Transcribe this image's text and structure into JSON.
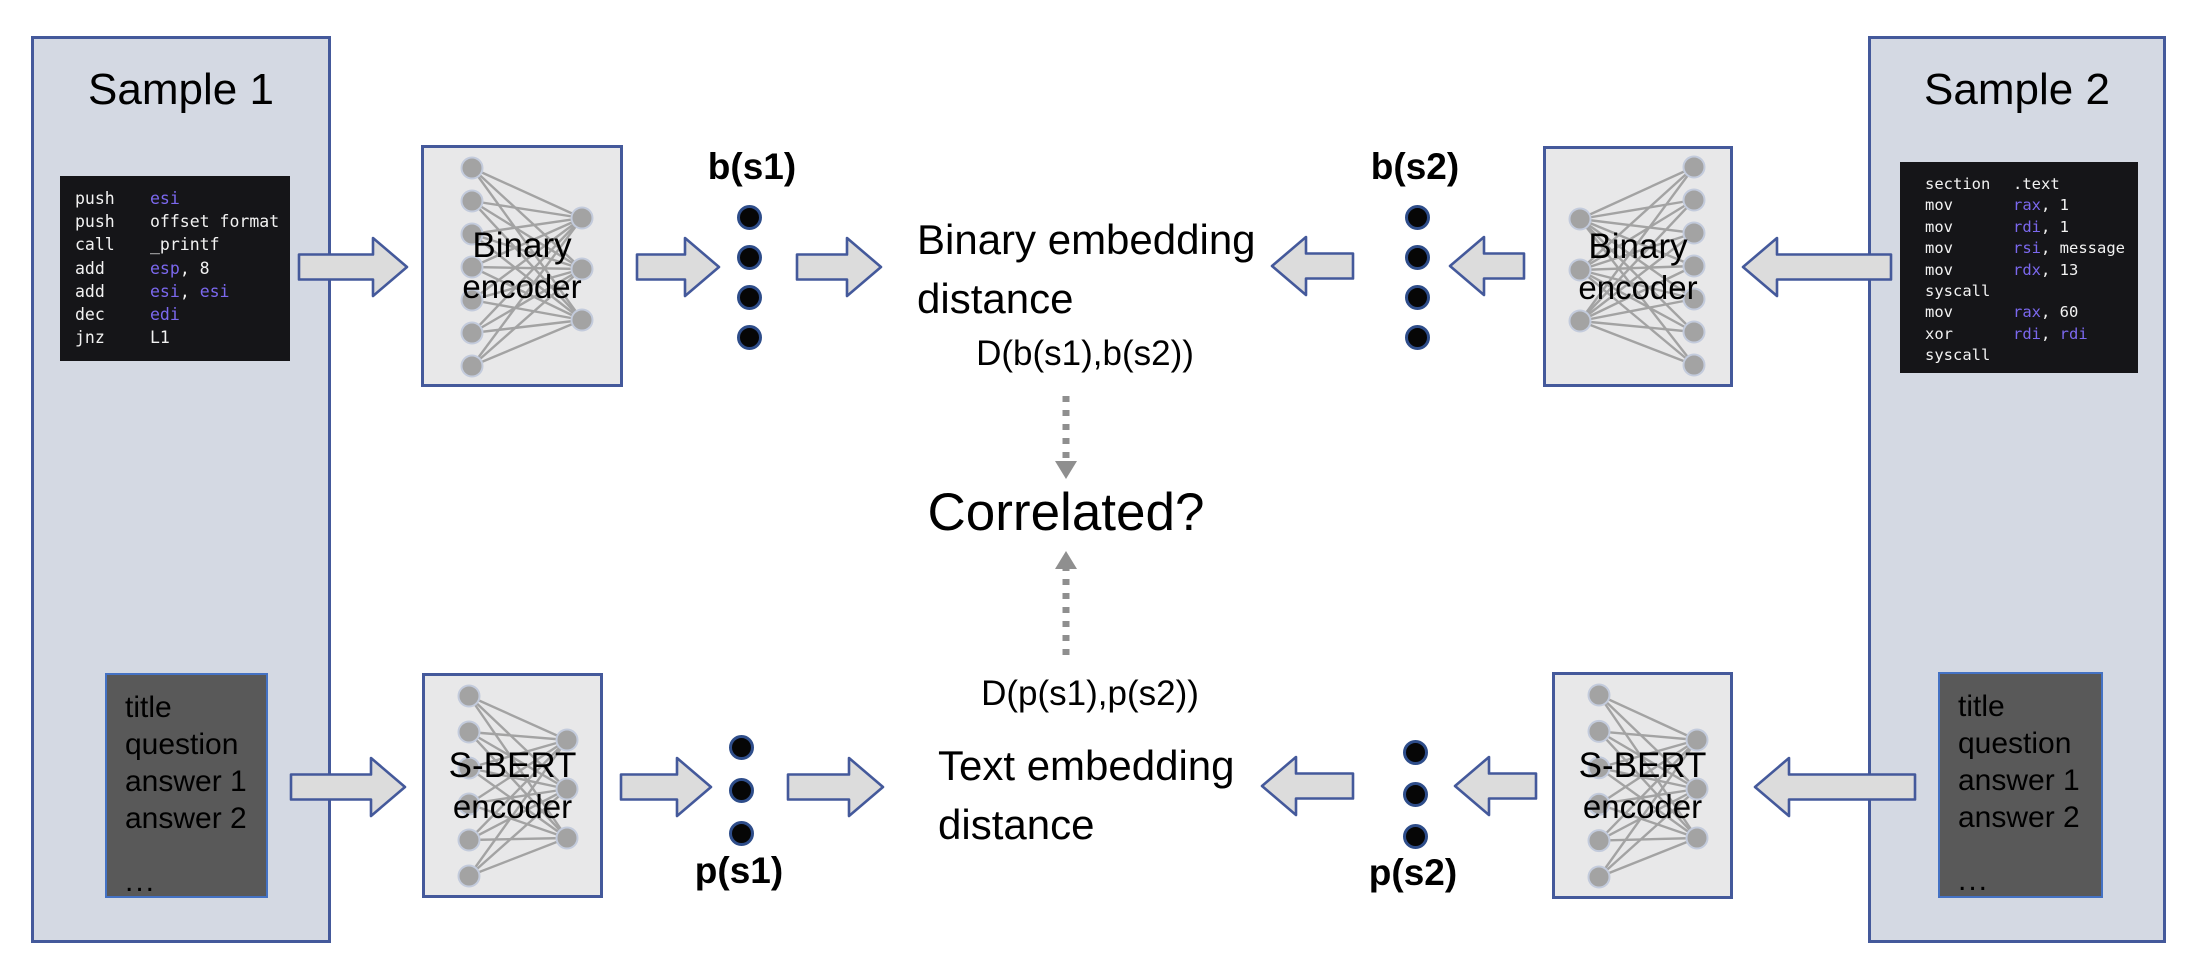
{
  "colors": {
    "panel_fill": "#d4d9e3",
    "shape_border_blue": "#44599b",
    "doc_border_blue": "#4472c4",
    "code_background": "#151518",
    "code_text": "#f2f2f2",
    "register_purple": "#7b68ee",
    "encoder_fill": "#e8e8e9",
    "doc_fill": "#595959",
    "arrow_fill": "#dcdcdc",
    "node_gray": "#a3a3a3",
    "dotted_arrow_gray": "#8f8f8f",
    "dot_ring_navy": "#2e4d8a"
  },
  "sample1": {
    "title": "Sample 1",
    "code": [
      {
        "m": "push",
        "ops": [
          [
            "esi",
            1
          ]
        ]
      },
      {
        "m": "push",
        "ops": [
          [
            "offset format",
            0
          ]
        ]
      },
      {
        "m": "call",
        "ops": [
          [
            "_printf",
            0
          ]
        ]
      },
      {
        "m": "add",
        "ops": [
          [
            "esp",
            1
          ],
          [
            ", 8",
            0
          ]
        ]
      },
      {
        "m": "add",
        "ops": [
          [
            "esi",
            1
          ],
          [
            ", ",
            0
          ],
          [
            "esi",
            1
          ]
        ]
      },
      {
        "m": "dec",
        "ops": [
          [
            "edi",
            1
          ]
        ]
      },
      {
        "m": "jnz",
        "ops": [
          [
            "L1",
            0
          ]
        ]
      }
    ],
    "doc_lines": [
      "title",
      "question",
      "answer 1",
      "answer 2",
      "..."
    ]
  },
  "sample2": {
    "title": "Sample 2",
    "code": [
      {
        "m": "section",
        "ops": [
          [
            ".text",
            0
          ]
        ]
      },
      {
        "m": "mov",
        "ops": [
          [
            "rax",
            1
          ],
          [
            ", 1",
            0
          ]
        ]
      },
      {
        "m": "mov",
        "ops": [
          [
            "rdi",
            1
          ],
          [
            ", 1",
            0
          ]
        ]
      },
      {
        "m": "mov",
        "ops": [
          [
            "rsi",
            1
          ],
          [
            ", message",
            0
          ]
        ]
      },
      {
        "m": "mov",
        "ops": [
          [
            "rdx",
            1
          ],
          [
            ", 13",
            0
          ]
        ]
      },
      {
        "m": "syscall",
        "ops": []
      },
      {
        "m": "mov",
        "ops": [
          [
            "rax",
            1
          ],
          [
            ", 60",
            0
          ]
        ]
      },
      {
        "m": "xor",
        "ops": [
          [
            "rdi",
            1
          ],
          [
            ", ",
            0
          ],
          [
            "rdi",
            1
          ]
        ]
      },
      {
        "m": "syscall",
        "ops": []
      }
    ],
    "doc_lines": [
      "title",
      "question",
      "answer 1",
      "answer 2",
      "..."
    ]
  },
  "encoders": {
    "binary_line1": "Binary",
    "binary_line2": "encoder",
    "sbert_line1": "S-BERT",
    "sbert_line2": "encoder"
  },
  "embeddings": {
    "b_s1": "b(s1)",
    "b_s2": "b(s2)",
    "p_s1": "p(s1)",
    "p_s2": "p(s2)"
  },
  "center": {
    "binary_distance_line1": "Binary embedding",
    "binary_distance_line2": "distance",
    "d_binary": "D(b(s1),b(s2))",
    "correlated": "Correlated?",
    "d_text": "D(p(s1),p(s2))",
    "text_distance_line1": "Text embedding",
    "text_distance_line2": "distance"
  }
}
